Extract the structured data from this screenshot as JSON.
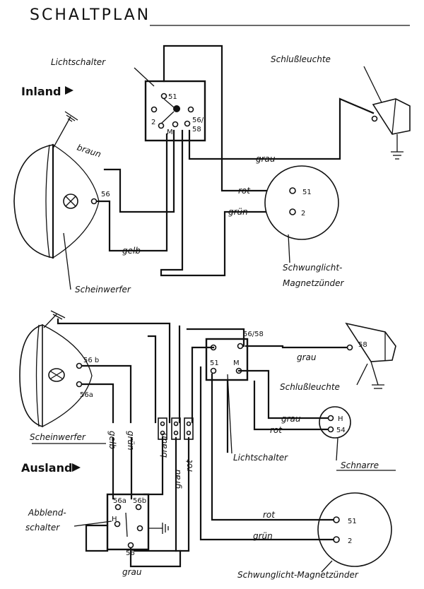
{
  "title": "SCHALTPLAN",
  "inland": {
    "section_label": "Inland",
    "lichtschalter": "Lichtschalter",
    "schlussleuchte": "Schlußleuchte",
    "scheinwerfer": "Scheinwerfer",
    "magnetzuender": [
      "Schwunglicht-",
      "Magnetzünder"
    ],
    "wires": {
      "braun": "braun",
      "grau": "grau",
      "rot": "rot",
      "gruen": "grün",
      "gelb": "gelb"
    },
    "terminals": {
      "t51": "51",
      "t2": "2",
      "t56_58a": "56/",
      "t56_58b": "58",
      "tM": "M",
      "t56": "56",
      "m51": "51",
      "m2": "2"
    }
  },
  "ausland": {
    "section_label": "Ausland",
    "lichtschalter": "Lichtschalter",
    "schlussleuchte": "Schlußleuchte",
    "scheinwerfer": "Scheinwerfer",
    "schnarre": "Schnarre",
    "abblendschalter": [
      "Abblend-",
      "schalter"
    ],
    "magnetzuender": "Schwunglicht-Magnetzünder",
    "wires": {
      "grau_top": "grau",
      "grau_horn": "grau",
      "rot_horn": "rot",
      "gelb": "gelb",
      "gruen_v": "grün",
      "braun": "braun",
      "grau_v": "grau",
      "rot_v": "rot",
      "rot_mag": "rot",
      "gruen_mag": "grün",
      "grau_bottom": "grau"
    },
    "terminals": {
      "t56_58": "56/58",
      "t58": "58",
      "t56b": "56 b",
      "t56a": "56a",
      "sw51": "51",
      "swM": "M",
      "horn_H": "H",
      "horn_54": "54",
      "ab56a": "56a",
      "ab56b": "56b",
      "abH": "H",
      "ab56": "56",
      "m51": "51",
      "m2": "2"
    }
  }
}
